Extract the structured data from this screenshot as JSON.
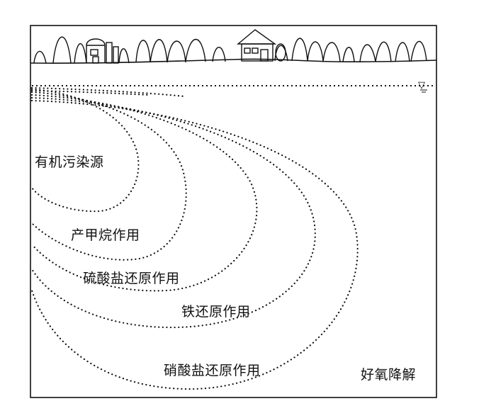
{
  "diagram": {
    "zones": [
      {
        "id": "source",
        "label": "有机污染源"
      },
      {
        "id": "methanogenesis",
        "label": "产甲烷作用"
      },
      {
        "id": "sulfate",
        "label": "硫酸盐还原作用"
      },
      {
        "id": "iron",
        "label": "铁还原作用"
      },
      {
        "id": "nitrate",
        "label": "硝酸盐还原作用"
      },
      {
        "id": "aerobic",
        "label": "好氧降解"
      }
    ],
    "water_table_symbol": "▽",
    "colors": {
      "line": "#111111",
      "background": "#ffffff"
    }
  }
}
